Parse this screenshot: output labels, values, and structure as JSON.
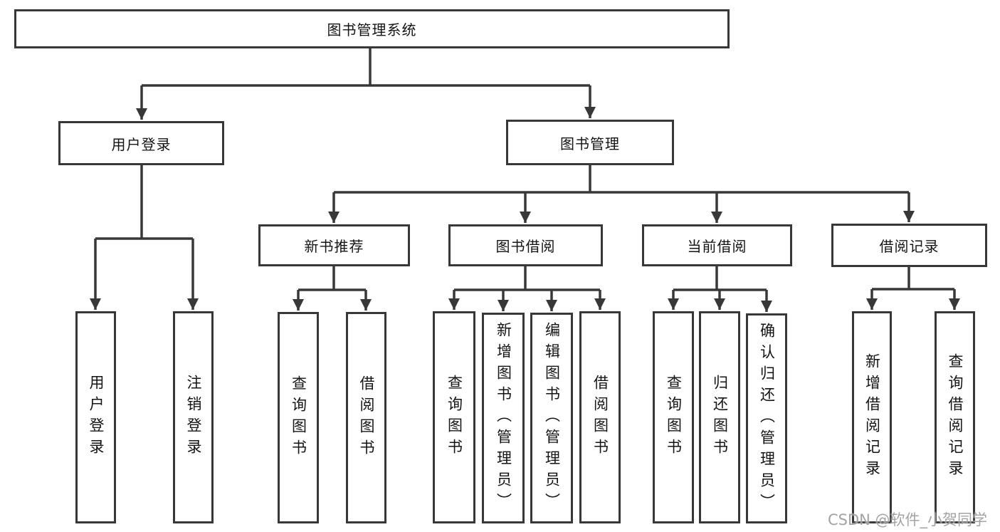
{
  "diagram": {
    "title": "图书管理系统",
    "root": {
      "label": "图书管理系统"
    },
    "branches": [
      {
        "label": "用户登录",
        "children": [
          {
            "label": "用户登录"
          },
          {
            "label": "注销登录"
          }
        ]
      },
      {
        "label": "图书管理",
        "children": [
          {
            "label": "新书推荐",
            "children": [
              {
                "label": "查询图书"
              },
              {
                "label": "借阅图书"
              }
            ]
          },
          {
            "label": "图书借阅",
            "children": [
              {
                "label": "查询图书"
              },
              {
                "label": "新增图书（管理员）"
              },
              {
                "label": "编辑图书（管理员）"
              },
              {
                "label": "借阅图书"
              }
            ]
          },
          {
            "label": "当前借阅",
            "children": [
              {
                "label": "查询图书"
              },
              {
                "label": "归还图书"
              },
              {
                "label": "确认归还（管理员）"
              }
            ]
          },
          {
            "label": "借阅记录",
            "children": [
              {
                "label": "新增借阅记录"
              },
              {
                "label": "查询借阅记录"
              }
            ]
          }
        ]
      }
    ]
  },
  "watermark": {
    "text": "CSDN @软件_小贺同学"
  },
  "colors": {
    "line": "#383838",
    "text": "#141414",
    "background": "#ffffff",
    "watermark": "#969696"
  }
}
